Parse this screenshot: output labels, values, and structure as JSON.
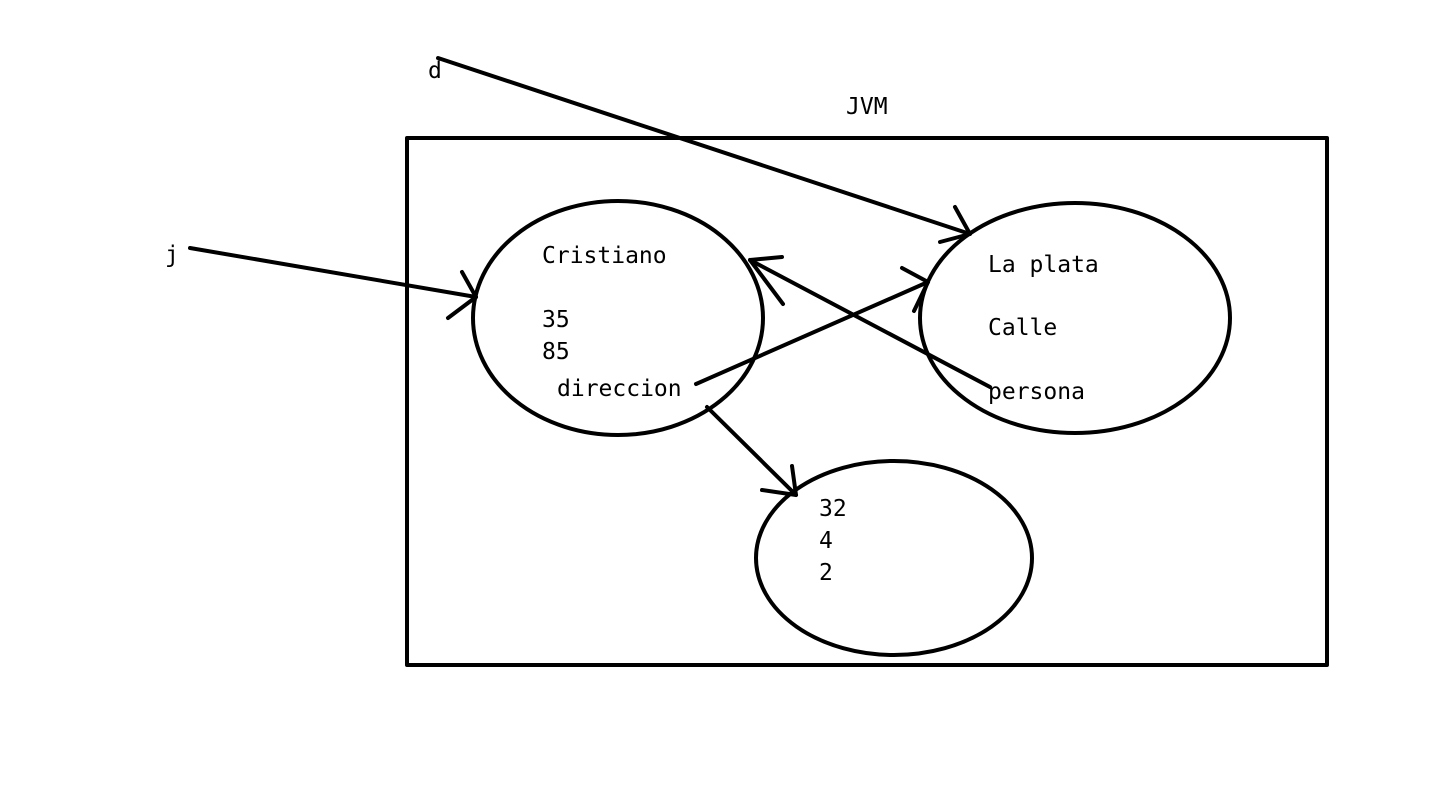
{
  "jvm_label": "JVM",
  "references": {
    "j": "j",
    "d": "d"
  },
  "persona_object": {
    "name": "Cristiano",
    "value_1": "35",
    "value_2": "85",
    "field_direccion": "direccion"
  },
  "direccion_object": {
    "city": "La plata",
    "street": "Calle",
    "field_persona": "persona"
  },
  "numbers_object": {
    "value_1": "32",
    "value_2": "4",
    "value_3": "2"
  }
}
